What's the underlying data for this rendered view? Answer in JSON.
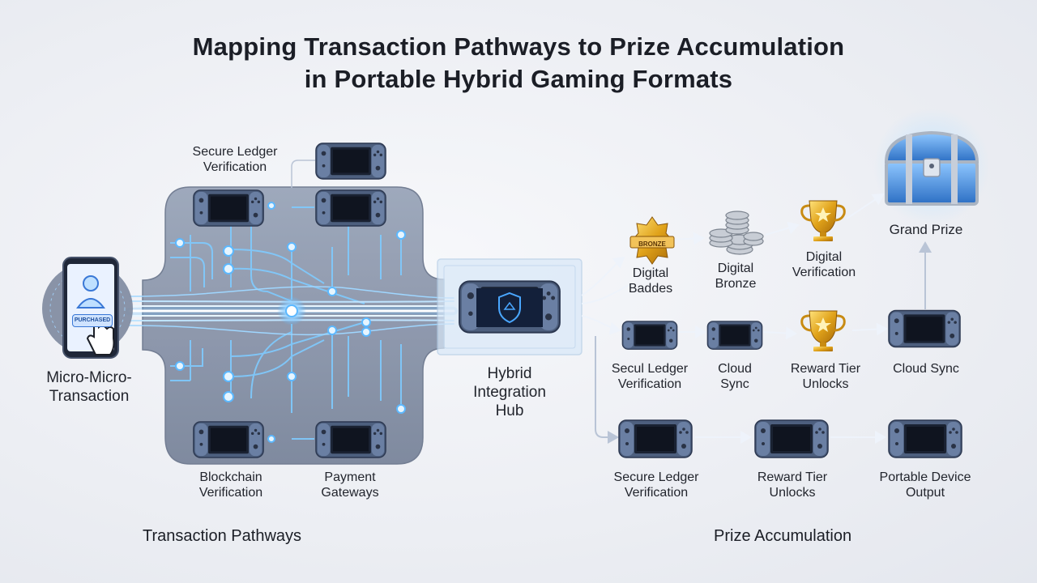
{
  "title_line1": "Mapping Transaction Pathways to Prize Accumulation",
  "title_line2": "in Portable Hybrid Gaming Formats",
  "phone": {
    "badge": "PURCHASED"
  },
  "nodes": {
    "micro_transaction": "Micro-Micro-\nTransaction",
    "secure_ledger_top": "Secure Ledger\nVerification",
    "blockchain": "Blockchain\nVerification",
    "payment_gateways": "Payment\nGateways",
    "hub": "Hybrid\nIntegration\nHub",
    "digital_badges": "Digital\nBaddes",
    "badge_text": "BRONZE",
    "digital_bronze": "Digital\nBronze",
    "digital_verification": "Digital\nVerification",
    "grand_prize": "Grand Prize",
    "secul_ledger": "Secul Ledger\nVerification",
    "cloud_sync_mid": "Cloud\nSync",
    "reward_tier_mid": "Reward Tier\nUnlocks",
    "cloud_sync_right": "Cloud Sync",
    "secure_ledger_bottom": "Secure Ledger\nVerification",
    "reward_tier_bottom": "Reward Tier\nUnlocks",
    "portable_output": "Portable Device\nOutput"
  },
  "sections": {
    "left": "Transaction Pathways",
    "right": "Prize Accumulation"
  },
  "colors": {
    "glow_blue": "#5cb8ff",
    "panel": "#8894aa",
    "device_body": "#5d6f8c",
    "gold": "#e0a21a",
    "chest_blue": "#3f86d8"
  },
  "icons": [
    "smartphone-icon",
    "pointer-hand-icon",
    "handheld-console-icon",
    "shield-icon",
    "bronze-badge-icon",
    "coin-stack-icon",
    "trophy-icon",
    "treasure-chest-icon"
  ]
}
